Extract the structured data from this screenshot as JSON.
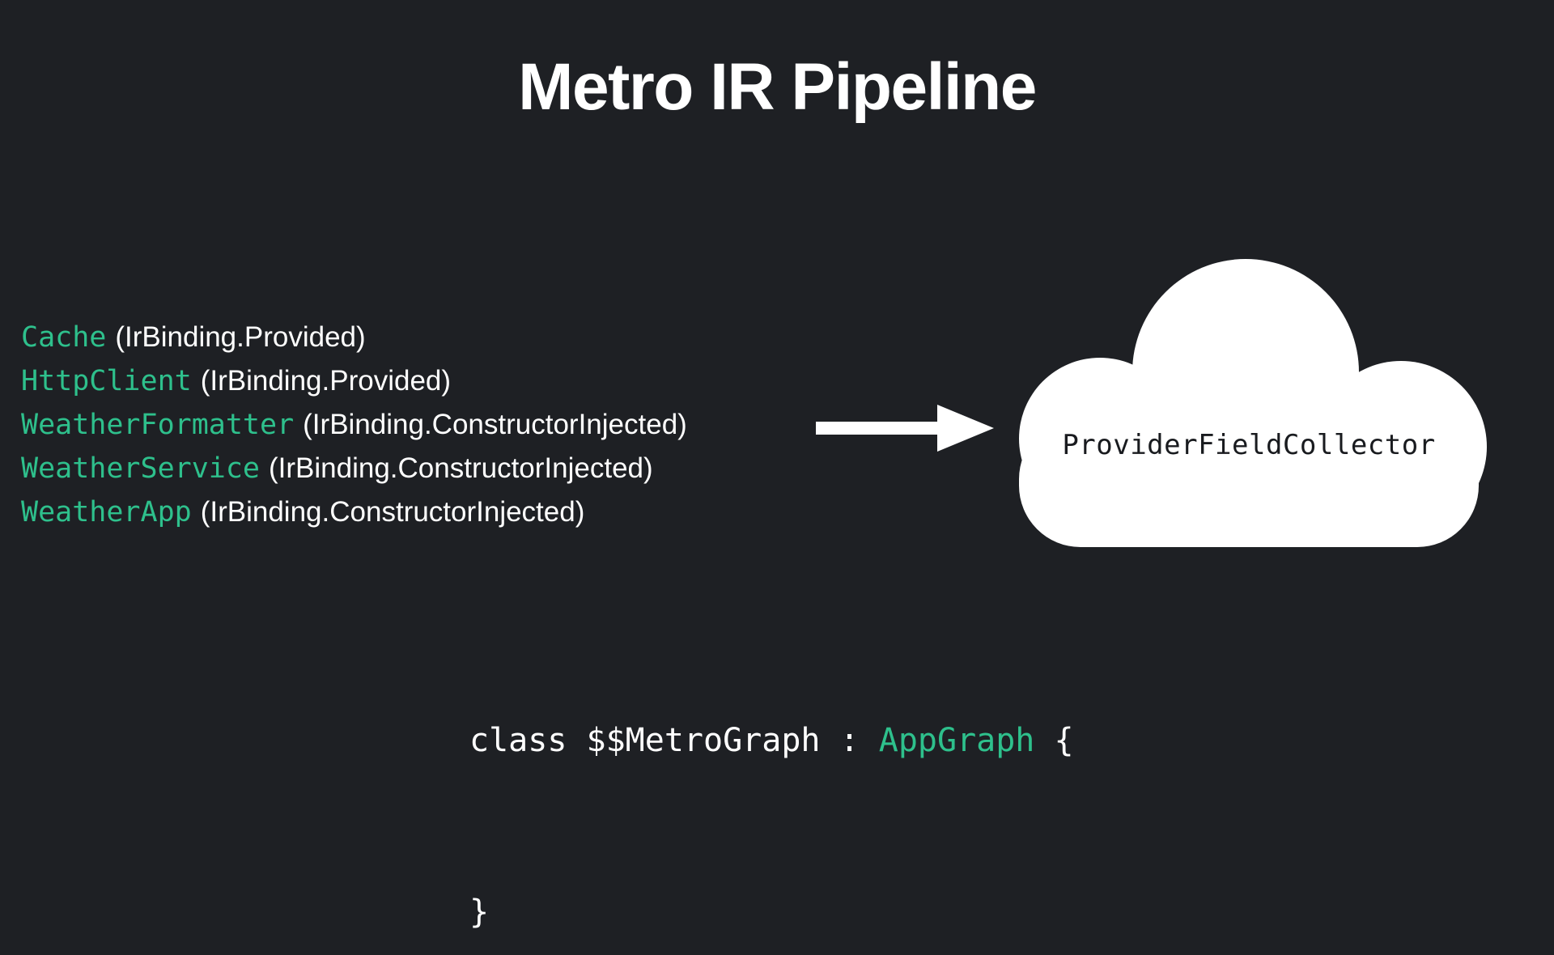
{
  "theme": {
    "background": "#1e2024",
    "accent_green": "#2ec08c",
    "text_primary": "#ffffff",
    "cloud_fill": "#ffffff",
    "cloud_text": "#191b1f"
  },
  "header": {
    "title": "Metro IR Pipeline"
  },
  "bindings": {
    "rows": [
      {
        "type": "Cache",
        "kind": "(IrBinding.Provided)"
      },
      {
        "type": "HttpClient",
        "kind": "(IrBinding.Provided)"
      },
      {
        "type": "WeatherFormatter",
        "kind": "(IrBinding.ConstructorInjected)"
      },
      {
        "type": "WeatherService",
        "kind": "(IrBinding.ConstructorInjected)"
      },
      {
        "type": "WeatherApp",
        "kind": "(IrBinding.ConstructorInjected)"
      }
    ]
  },
  "flow": {
    "arrow_icon": "arrow-right-icon",
    "cloud_icon": "cloud-icon",
    "cloud_label": "ProviderFieldCollector"
  },
  "code": {
    "lines": [
      {
        "segments": [
          {
            "text": "class $$MetroGraph : ",
            "token": "plain"
          },
          {
            "text": "AppGraph",
            "token": "type"
          },
          {
            "text": " {",
            "token": "plain"
          }
        ]
      },
      {
        "segments": []
      },
      {
        "segments": [
          {
            "text": "}",
            "token": "plain"
          }
        ]
      }
    ]
  }
}
